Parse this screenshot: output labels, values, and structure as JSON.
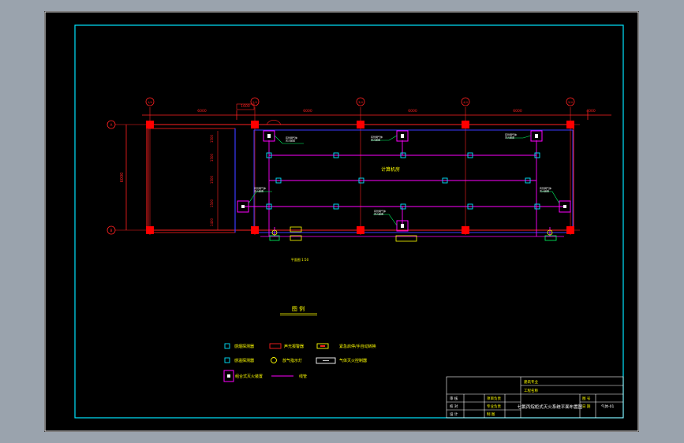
{
  "axes": {
    "top": [
      "1/4",
      "2/4",
      "3/4",
      "4/4",
      "5/4"
    ],
    "left": [
      "A",
      "B"
    ]
  },
  "dimensions": {
    "spans": [
      "6000",
      "6000",
      "6000",
      "6000",
      "4000"
    ],
    "overall_height": "6000",
    "vertical_segments": [
      "1500",
      "1500",
      "1500",
      "1500",
      "1400"
    ],
    "small_box": "1600"
  },
  "room": {
    "label": "计算机房",
    "scale_note": "平面图 1:50"
  },
  "unit_labels": {
    "u1": "有管网气体\n灭火装置",
    "u2": "有管网气体\n灭火装置",
    "u3": "有管网气体\n灭火装置",
    "u4": "有管网气体\n灭火装置",
    "u5": "有管网气体\n灭火装置",
    "u6": "有管网气体\n灭火装置"
  },
  "legend": {
    "title": "图  例",
    "items": [
      {
        "label": "感烟探测器",
        "symbol": "square-cyan"
      },
      {
        "label": "声光报警器",
        "symbol": "rect-red"
      },
      {
        "label": "紧急启停/手自动转换",
        "symbol": "rect-yellow"
      },
      {
        "label": "感温探测器",
        "symbol": "square-cyan"
      },
      {
        "label": "放气指示灯",
        "symbol": "circle-yellow"
      },
      {
        "label": "气体灭火控制器",
        "symbol": "rect-white"
      },
      {
        "label": "组合式灭火装置",
        "symbol": "box-magenta"
      },
      {
        "label": "线管",
        "symbol": "line-magenta"
      }
    ]
  },
  "title_block": {
    "rows_right": [
      "建筑专业",
      "工程名称"
    ],
    "col_labels": [
      "审 核",
      "校 对",
      "设 计"
    ],
    "col_values": [
      "项目负责",
      "专业负责",
      "制 图"
    ],
    "col3": [
      "图 号",
      "日 期"
    ],
    "drawing_title": "七氟丙烷柜式灭火系统平面布置图",
    "drawing_no": "气体-01"
  },
  "colors": {
    "background": "#000000",
    "frame": "#00e5ff",
    "column": "#ff0000",
    "wall": "#3a3aff",
    "pipe": "#ff00ff",
    "dimension": "#ff2020",
    "text": "#ffff00",
    "white": "#ffffff"
  }
}
